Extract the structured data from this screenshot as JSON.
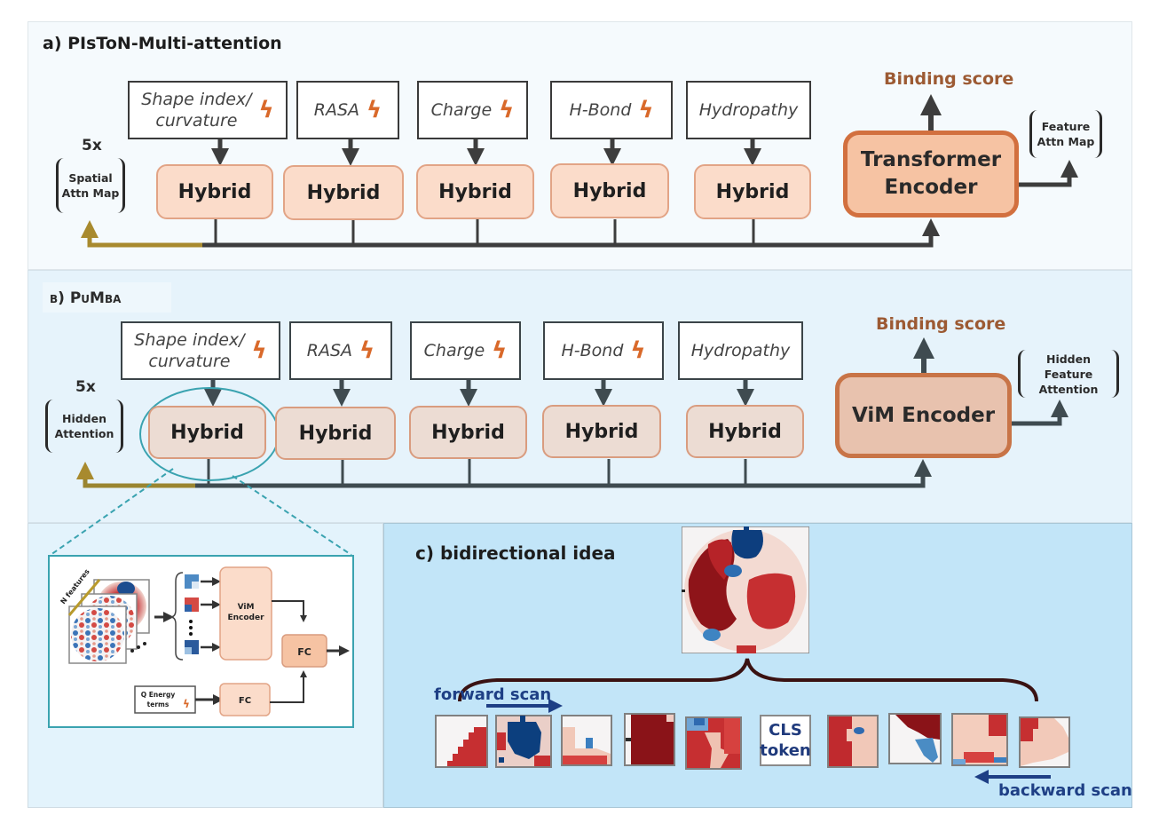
{
  "panel_a": {
    "title": "a) PIsToN-Multi-attention",
    "features": [
      {
        "label": "Shape index/ curvature",
        "line1": "Shape index/",
        "line2": "curvature",
        "has_bolt": true
      },
      {
        "label": "RASA",
        "has_bolt": true
      },
      {
        "label": "Charge",
        "has_bolt": true
      },
      {
        "label": "H-Bond",
        "has_bolt": true
      },
      {
        "label": "Hydropathy",
        "has_bolt": false
      }
    ],
    "hybrid_label": "Hybrid",
    "encoder": {
      "line1": "Transformer",
      "line2": "Encoder"
    },
    "binding_score": "Binding score",
    "side_output": {
      "line1": "Feature",
      "line2": "Attn Map"
    },
    "repeat": "5x",
    "left_output": {
      "line1": "Spatial",
      "line2": "Attn Map"
    }
  },
  "panel_b": {
    "title": "b) PuMba",
    "features": [
      {
        "label": "Shape index/ curvature",
        "line1": "Shape index/",
        "line2": "curvature",
        "has_bolt": true
      },
      {
        "label": "RASA",
        "has_bolt": true
      },
      {
        "label": "Charge",
        "has_bolt": true
      },
      {
        "label": "H-Bond",
        "has_bolt": true
      },
      {
        "label": "Hydropathy",
        "has_bolt": false
      }
    ],
    "hybrid_label": "Hybrid",
    "encoder": {
      "label": "ViM Encoder"
    },
    "binding_score": "Binding score",
    "side_output": {
      "line1": "Hidden Feature",
      "line2": "Attention"
    },
    "repeat": "5x",
    "left_output": {
      "line1": "Hidden",
      "line2": "Attention"
    }
  },
  "hybrid_detail": {
    "stack_label": "N features",
    "encoder": {
      "line1": "ViM",
      "line2": "Encoder"
    },
    "fc_label": "FC",
    "energy": {
      "line1": "Q Energy",
      "line2": "terms"
    }
  },
  "panel_c": {
    "title": "c) bidirectional idea",
    "forward_label": "forward scan",
    "backward_label": "backward scan",
    "cls": {
      "line1": "CLS",
      "line2": "token"
    },
    "patch_count_left": 5,
    "patch_count_right": 4
  },
  "colors": {
    "accent_orange": "#d2703f",
    "bolt": "#d9692a",
    "binding_text": "#9c5a33",
    "attn_path": "#a88a2e",
    "scan_blue": "#1e3f85",
    "zoom_teal": "#3aa3b0"
  }
}
